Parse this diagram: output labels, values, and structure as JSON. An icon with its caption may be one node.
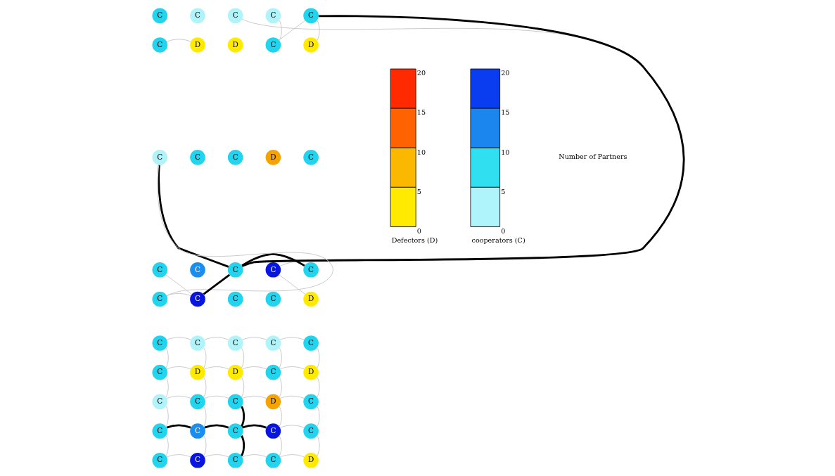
{
  "diagram": {
    "nodes": [
      {
        "text": [
          "C"
        ]
      },
      {
        "text": [
          "C"
        ]
      },
      {
        "text": [
          "C"
        ]
      },
      {
        "text": [
          "C"
        ]
      },
      {
        "text": [
          "C"
        ]
      },
      {
        "text": [
          "C"
        ]
      },
      {
        "text": [
          "D"
        ]
      },
      {
        "text": [
          "D"
        ]
      },
      {
        "text": [
          "C"
        ]
      },
      {
        "text": [
          "D"
        ]
      },
      {
        "text": [
          "C"
        ]
      },
      {
        "text": [
          "C"
        ]
      },
      {
        "text": [
          "C"
        ]
      },
      {
        "text": [
          "D"
        ]
      },
      {
        "text": [
          "C"
        ]
      },
      {
        "text": [
          "C"
        ]
      },
      {
        "text": [
          "C"
        ]
      },
      {
        "text": [
          "C"
        ]
      },
      {
        "text": [
          "C"
        ]
      },
      {
        "text": [
          "C"
        ]
      },
      {
        "text": [
          "C"
        ]
      },
      {
        "text": [
          "C"
        ]
      },
      {
        "text": [
          "C"
        ]
      },
      {
        "text": [
          "C"
        ]
      },
      {
        "text": [
          "D"
        ]
      },
      {
        "text": [
          "C"
        ]
      },
      {
        "text": [
          "C"
        ]
      },
      {
        "text": [
          "C"
        ]
      },
      {
        "text": [
          "C"
        ]
      },
      {
        "text": [
          "C"
        ]
      },
      {
        "text": [
          "C"
        ]
      },
      {
        "text": [
          "D"
        ]
      },
      {
        "text": [
          "D"
        ]
      },
      {
        "text": [
          "C"
        ]
      },
      {
        "text": [
          "D"
        ]
      },
      {
        "text": [
          "C"
        ]
      },
      {
        "text": [
          "C"
        ]
      },
      {
        "text": [
          "C"
        ]
      },
      {
        "text": [
          "D"
        ]
      },
      {
        "text": [
          "C"
        ]
      },
      {
        "text": [
          "C"
        ]
      },
      {
        "text": [
          "C"
        ]
      },
      {
        "text": [
          "C"
        ]
      },
      {
        "text": [
          "C"
        ]
      },
      {
        "text": [
          "C"
        ]
      },
      {
        "text": [
          "C"
        ]
      },
      {
        "text": [
          "C"
        ]
      },
      {
        "text": [
          "C"
        ]
      },
      {
        "text": [
          "C"
        ]
      },
      {
        "text": [
          "D"
        ]
      }
    ],
    "edges": [
      {
        "from": 10,
        "to": 17,
        "arrow": "none",
        "style": "thick",
        "color": "#000000"
      },
      {
        "from": 17,
        "to": 19,
        "arrow": "none",
        "style": "thick",
        "color": "#000000"
      },
      {
        "from": 21,
        "to": 17,
        "arrow": "none",
        "style": "thick",
        "color": "#000000"
      },
      {
        "from": 17,
        "to": 4,
        "arrow": "none",
        "style": "thick",
        "color": "#000000"
      },
      {
        "from": 5,
        "to": 6,
        "arrow": "none"
      },
      {
        "from": 20,
        "to": 21,
        "arrow": "none"
      },
      {
        "from": 20,
        "to": 10,
        "arrow": "none"
      },
      {
        "from": 15,
        "to": 21,
        "arrow": "none"
      },
      {
        "from": 3,
        "to": 8,
        "arrow": "none"
      },
      {
        "from": 4,
        "to": 8,
        "arrow": "none"
      },
      {
        "from": 4,
        "to": 9,
        "arrow": "none"
      },
      {
        "from": 24,
        "to": 18,
        "arrow": "none"
      },
      {
        "from": 2,
        "to": 18,
        "arrow": "none"
      },
      {
        "from": 25,
        "to": 26,
        "arrow": "none"
      },
      {
        "from": 26,
        "to": 27,
        "arrow": "none"
      },
      {
        "from": 27,
        "to": 28,
        "arrow": "none"
      },
      {
        "from": 28,
        "to": 29,
        "arrow": "none"
      },
      {
        "from": 30,
        "to": 31,
        "arrow": "none"
      },
      {
        "from": 31,
        "to": 32,
        "arrow": "none"
      },
      {
        "from": 32,
        "to": 33,
        "arrow": "none"
      },
      {
        "from": 33,
        "to": 34,
        "arrow": "none"
      },
      {
        "from": 35,
        "to": 36,
        "arrow": "none"
      },
      {
        "from": 36,
        "to": 37,
        "arrow": "none"
      },
      {
        "from": 37,
        "to": 38,
        "arrow": "none"
      },
      {
        "from": 38,
        "to": 39,
        "arrow": "none"
      },
      {
        "from": 40,
        "to": 41,
        "arrow": "none",
        "style": "thick",
        "color": "#000000"
      },
      {
        "from": 41,
        "to": 42,
        "arrow": "none",
        "style": "thick",
        "color": "#000000"
      },
      {
        "from": 42,
        "to": 43,
        "arrow": "none",
        "style": "thick",
        "color": "#000000"
      },
      {
        "from": 43,
        "to": 44,
        "arrow": "none"
      },
      {
        "from": 45,
        "to": 46,
        "arrow": "none"
      },
      {
        "from": 46,
        "to": 47,
        "arrow": "none"
      },
      {
        "from": 47,
        "to": 48,
        "arrow": "none"
      },
      {
        "from": 48,
        "to": 49,
        "arrow": "none"
      },
      {
        "from": 25,
        "to": 30,
        "arrow": "none"
      },
      {
        "from": 26,
        "to": 31,
        "arrow": "none"
      },
      {
        "from": 27,
        "to": 32,
        "arrow": "none"
      },
      {
        "from": 28,
        "to": 33,
        "arrow": "none"
      },
      {
        "from": 29,
        "to": 34,
        "arrow": "none"
      },
      {
        "from": 30,
        "to": 35,
        "arrow": "none"
      },
      {
        "from": 31,
        "to": 36,
        "arrow": "none"
      },
      {
        "from": 32,
        "to": 37,
        "arrow": "none"
      },
      {
        "from": 33,
        "to": 38,
        "arrow": "none"
      },
      {
        "from": 34,
        "to": 39,
        "arrow": "none"
      },
      {
        "from": 35,
        "to": 40,
        "arrow": "none"
      },
      {
        "from": 36,
        "to": 41,
        "arrow": "none"
      },
      {
        "from": 37,
        "to": 42,
        "arrow": "none",
        "style": "thick",
        "color": "#000000"
      },
      {
        "from": 38,
        "to": 43,
        "arrow": "none"
      },
      {
        "from": 39,
        "to": 44,
        "arrow": "none"
      },
      {
        "from": 40,
        "to": 45,
        "arrow": "none"
      },
      {
        "from": 41,
        "to": 46,
        "arrow": "none"
      },
      {
        "from": 42,
        "to": 47,
        "arrow": "none",
        "style": "thick",
        "color": "#000000"
      },
      {
        "from": 43,
        "to": 48,
        "arrow": "none"
      },
      {
        "from": 44,
        "to": 49,
        "arrow": "none"
      }
    ],
    "labels": [
      "20",
      "15",
      "10",
      "5",
      "0",
      "Defectors (D)",
      "20",
      "15",
      "10",
      "5",
      "0",
      "cooperators (C)",
      "Number of Partners"
    ]
  }
}
